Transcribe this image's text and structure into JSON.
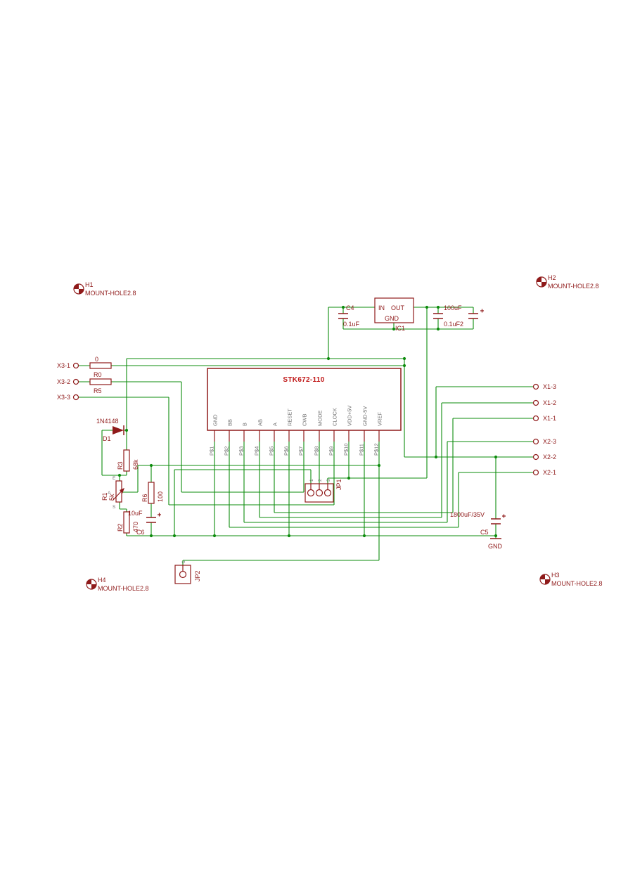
{
  "mount_holes": [
    {
      "name": "H1",
      "label": "MOUNT-HOLE2.8"
    },
    {
      "name": "H2",
      "label": "MOUNT-HOLE2.8"
    },
    {
      "name": "H3",
      "label": "MOUNT-HOLE2.8"
    },
    {
      "name": "H4",
      "label": "MOUNT-HOLE2.8"
    }
  ],
  "power": {
    "regulator": {
      "name": "IC1",
      "pin_in": "IN",
      "pin_out": "OUT",
      "pin_gnd": "GND"
    },
    "c4": {
      "name": "C4",
      "value": "0.1uF"
    },
    "cap_bulk": {
      "value": "100uF"
    },
    "cap_decouple": {
      "value": "0.1uF2"
    }
  },
  "connectors": {
    "x3": {
      "pins": [
        "X3-1",
        "X3-2",
        "X3-3"
      ]
    },
    "x1": {
      "pins": [
        "X1-3",
        "X1-2",
        "X1-1"
      ]
    },
    "x2": {
      "pins": [
        "X2-3",
        "X2-2",
        "X2-1"
      ]
    },
    "jp1": {
      "name": "JP1",
      "pin_numbers": [
        "1",
        "2",
        "3"
      ]
    },
    "jp2": {
      "name": "JP2",
      "pin_numbers": [
        "1"
      ]
    }
  },
  "resistors": {
    "r0": {
      "name": "R0",
      "value": "0"
    },
    "r5": {
      "name": "R5"
    },
    "r3": {
      "name": "R3",
      "value": "68k"
    },
    "r1": {
      "name": "R1",
      "value": "5k",
      "terminal_a": "A",
      "terminal_e": "E",
      "terminal_s": "S"
    },
    "r6": {
      "name": "R6",
      "value": "100"
    },
    "r2": {
      "name": "R2",
      "value": "470"
    }
  },
  "diode": {
    "name": "D1",
    "value": "1N4148"
  },
  "capacitors": {
    "c6": {
      "name": "C6",
      "value": "10uF"
    },
    "c5": {
      "name": "C5",
      "value": "1800uF/35V",
      "gnd_label": "GND"
    }
  },
  "ic": {
    "title": "STK672-110",
    "pins": [
      {
        "num": "P$1",
        "label": "GND"
      },
      {
        "num": "P$2",
        "label": "BB"
      },
      {
        "num": "P$3",
        "label": "B"
      },
      {
        "num": "P$4",
        "label": "AB"
      },
      {
        "num": "P$5",
        "label": "A"
      },
      {
        "num": "P$6",
        "label": "RESET"
      },
      {
        "num": "P$7",
        "label": "CWB"
      },
      {
        "num": "P$8",
        "label": "MODE"
      },
      {
        "num": "P$9",
        "label": "CLOCK"
      },
      {
        "num": "P$10",
        "label": "VDD+5V"
      },
      {
        "num": "P$11",
        "label": "GND-5V"
      },
      {
        "num": "P$12",
        "label": "VREF"
      }
    ]
  }
}
